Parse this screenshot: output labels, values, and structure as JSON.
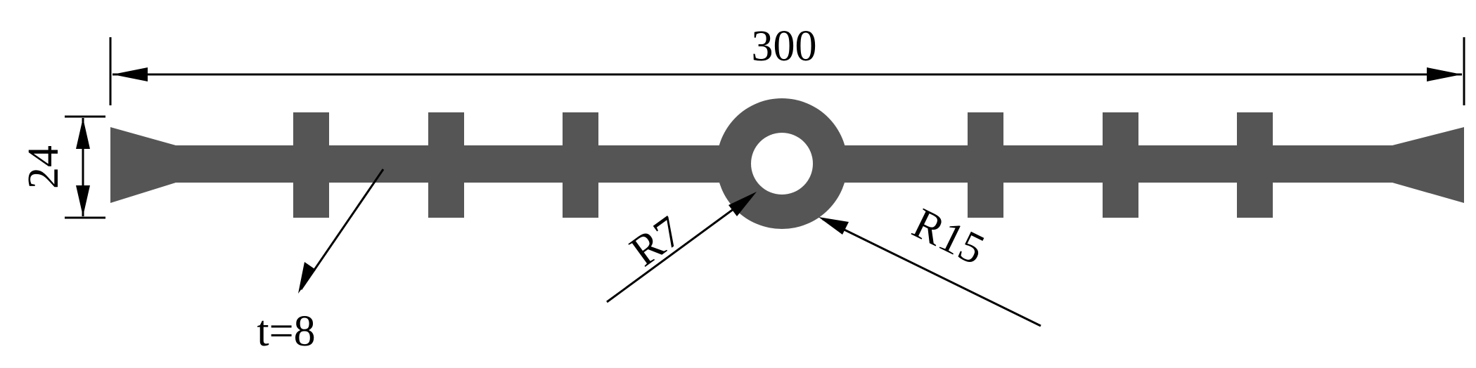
{
  "dimensions": {
    "overall_width_label": "300",
    "height_label": "24",
    "thickness_label": "t=8",
    "inner_radius_label": "R7",
    "outer_radius_label": "R15"
  },
  "colors": {
    "profile_fill": "#555555",
    "line": "#000000",
    "background": "#ffffff"
  }
}
